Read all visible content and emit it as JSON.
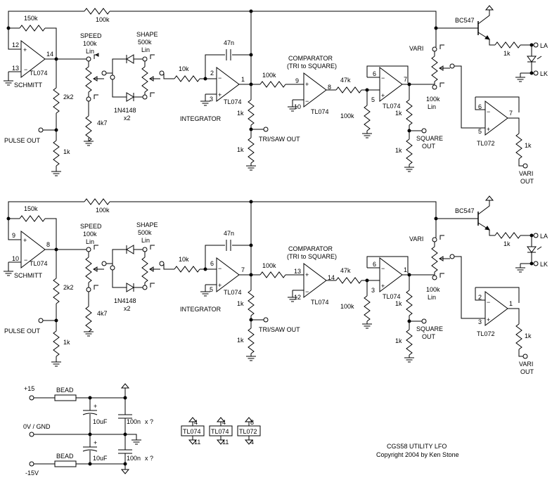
{
  "lfo_top": {
    "r_feedback_top": "100k",
    "r_schmitt": "150k",
    "schmitt_pin_pos": "12",
    "schmitt_pin_neg": "13",
    "schmitt_pin_out": "14",
    "schmitt_ic": "TL074",
    "schmitt_label": "SCHMITT",
    "speed_label": "SPEED",
    "speed_value": "100k",
    "speed_taper": "Lin",
    "shape_label": "SHAPE",
    "shape_value": "500k",
    "shape_taper": "Lin",
    "r_2k2": "2k2",
    "r_4k7": "4k7",
    "r_1k_pulse": "1k",
    "pulse_out": "PULSE OUT",
    "diode_label": "1N4148",
    "diode_count": "x2",
    "r_10k": "10k",
    "cap_int": "47n",
    "int_pin_neg": "2",
    "int_pin_pos": "3",
    "int_pin_out": "1",
    "int_ic": "TL074",
    "int_label": "INTEGRATOR",
    "r_tri_1": "1k",
    "r_tri_2": "1k",
    "tri_out": "TRI/SAW OUT",
    "comp_label_1": "COMPARATOR",
    "comp_label_2": "(TRI to SQUARE)",
    "r_comp_in": "100k",
    "comp_pin_in": "9",
    "comp_pin_ref": "10",
    "comp_pin_out": "8",
    "comp_ic": "TL074",
    "r_47k": "47k",
    "r_100k_sq": "100k",
    "buf_pin_a": "6",
    "buf_pin_b": "5",
    "buf_pin_out": "7",
    "buf_ic": "TL074",
    "r_sq_1": "1k",
    "r_sq_2": "1k",
    "square_out_1": "SQUARE",
    "square_out_2": "OUT",
    "vari_label": "VARI",
    "vari_value": "100k",
    "vari_taper": "Lin",
    "transistor": "BC547",
    "r_led": "1k",
    "la": "LA",
    "lk": "LK",
    "out_pin_neg": "6",
    "out_pin_pos": "5",
    "out_pin_out": "7",
    "out_ic": "TL072",
    "r_vari_out": "1k",
    "vari_out_1": "VARI",
    "vari_out_2": "OUT"
  },
  "lfo_bottom": {
    "r_feedback_top": "100k",
    "r_schmitt": "150k",
    "schmitt_pin_pos": "9",
    "schmitt_pin_neg": "10",
    "schmitt_pin_out": "8",
    "schmitt_ic": "TL074",
    "schmitt_label": "SCHMITT",
    "speed_label": "SPEED",
    "speed_value": "100k",
    "speed_taper": "Lin",
    "shape_label": "SHAPE",
    "shape_value": "500k",
    "shape_taper": "Lin",
    "r_2k2": "2k2",
    "r_4k7": "4k7",
    "r_1k_pulse": "1k",
    "pulse_out": "PULSE OUT",
    "diode_label": "1N4148",
    "diode_count": "x2",
    "r_10k": "10k",
    "cap_int": "47n",
    "int_pin_neg": "6",
    "int_pin_pos": "5",
    "int_pin_out": "7",
    "int_ic": "TL074",
    "int_label": "INTEGRATOR",
    "r_tri_1": "1k",
    "r_tri_2": "1k",
    "tri_out": "TRI/SAW OUT",
    "comp_label_1": "COMPARATOR",
    "comp_label_2": "(TRI to SQUARE)",
    "r_comp_in": "100k",
    "comp_pin_in": "13",
    "comp_pin_ref": "12",
    "comp_pin_out": "14",
    "comp_ic": "TL074",
    "r_47k": "47k",
    "r_100k_sq": "100k",
    "buf_pin_a": "6",
    "buf_pin_b": "3",
    "buf_pin_out": "1",
    "buf_ic": "TL074",
    "r_sq_1": "1k",
    "r_sq_2": "1k",
    "square_out_1": "SQUARE",
    "square_out_2": "OUT",
    "vari_label": "VARI",
    "vari_value": "100k",
    "vari_taper": "Lin",
    "transistor": "BC547",
    "r_led": "1k",
    "la": "LA",
    "lk": "LK",
    "out_pin_neg": "2",
    "out_pin_pos": "3",
    "out_pin_out": "1",
    "out_ic": "TL072",
    "r_vari_out": "1k",
    "vari_out_1": "VARI",
    "vari_out_2": "OUT"
  },
  "power": {
    "plus15": "+15",
    "gnd": "0V / GND",
    "minus15": "-15V",
    "bead_top": "BEAD",
    "bead_bottom": "BEAD",
    "cap_elec_top": "10uF",
    "cap_elec_bottom": "10uF",
    "cap_cer_top": "100n",
    "cap_cer_bottom": "100n",
    "cap_cer_mult": "x ?",
    "polarity_top": "+",
    "polarity_bottom": "+"
  },
  "ic_power": [
    {
      "ic": "TL074",
      "pin_top": "4",
      "pin_bottom": "11"
    },
    {
      "ic": "TL074",
      "pin_top": "4",
      "pin_bottom": "11"
    },
    {
      "ic": "TL072",
      "pin_top": "8",
      "pin_bottom": "4"
    }
  ],
  "title_block": {
    "title": "CGS58  UTILITY LFO",
    "copyright": "Copyright 2004 by Ken Stone"
  }
}
